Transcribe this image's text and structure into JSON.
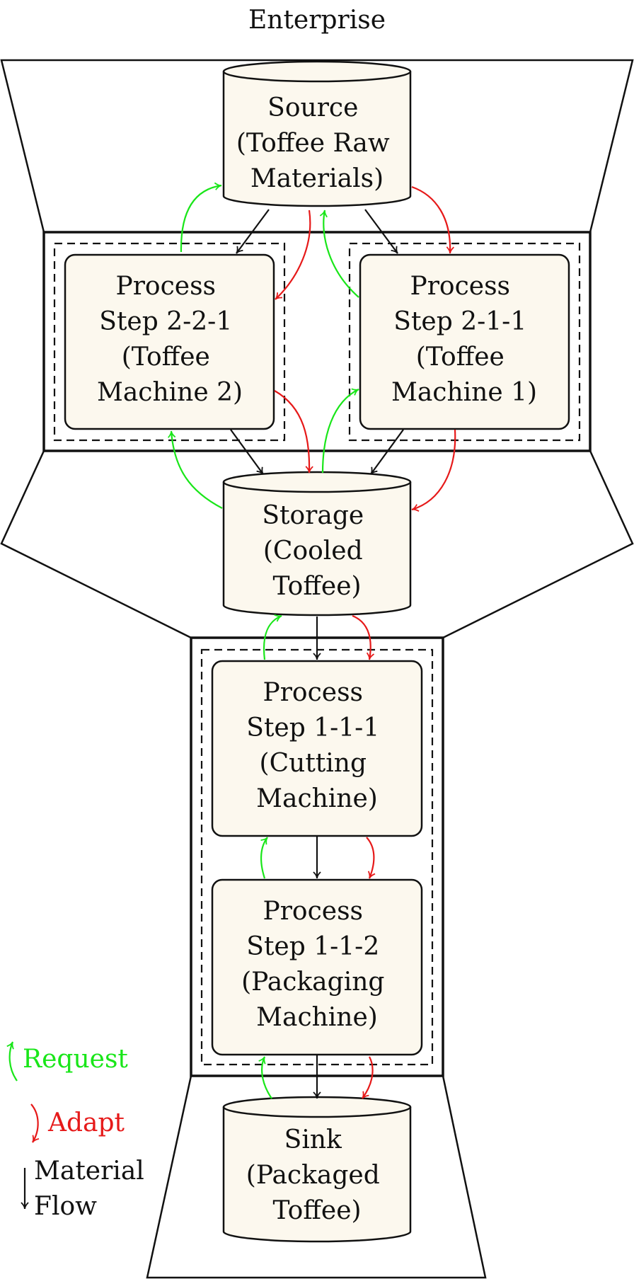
{
  "title": "Enterprise",
  "nodes": {
    "source": [
      "Source",
      "(Toffee Raw",
      "Materials)"
    ],
    "step221": [
      "Process",
      "Step 2-2-1",
      "(Toffee",
      "Machine 2)"
    ],
    "step211": [
      "Process",
      "Step 2-1-1",
      "(Toffee",
      "Machine 1)"
    ],
    "storage": [
      "Storage",
      "(Cooled",
      "Toffee)"
    ],
    "step111": [
      "Process",
      "Step 1-1-1",
      "(Cutting",
      "Machine)"
    ],
    "step112": [
      "Process",
      "Step 1-1-2",
      "(Packaging",
      "Machine)"
    ],
    "sink": [
      "Sink",
      "(Packaged",
      "Toffee)"
    ]
  },
  "legend": {
    "request": "Request",
    "adapt": "Adapt",
    "material_flow": [
      "Material",
      "Flow"
    ]
  },
  "colors": {
    "request": "#19e619",
    "adapt": "#e61919",
    "flow": "#111111",
    "node_fill": "#fcf8ee"
  }
}
